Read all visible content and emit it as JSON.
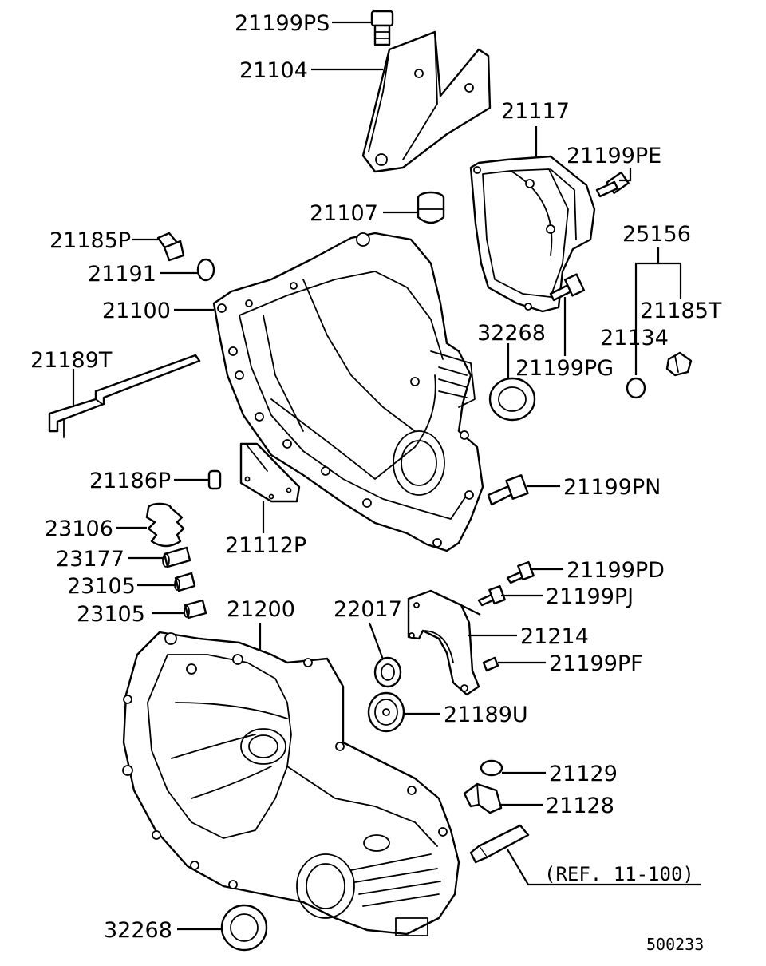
{
  "labels": {
    "p21199PS": "21199PS",
    "p21104": "21104",
    "p21117": "21117",
    "p21199PE": "21199PE",
    "p21107": "21107",
    "p25156": "25156",
    "p21185P": "21185P",
    "p21191": "21191",
    "p21185T": "21185T",
    "p21100": "21100",
    "p32268a": "32268",
    "p21134": "21134",
    "p21199PG": "21199PG",
    "p21189T": "21189T",
    "p21186P": "21186P",
    "p21199PN": "21199PN",
    "p23106": "23106",
    "p21112P": "21112P",
    "p23177": "23177",
    "p21199PD": "21199PD",
    "p23105a": "23105",
    "p21199PJ": "21199PJ",
    "p23105b": "23105",
    "p21200": "21200",
    "p22017": "22017",
    "p21214": "21214",
    "p21199PF": "21199PF",
    "p21189U": "21189U",
    "p21129": "21129",
    "p21128": "21128",
    "ref": "(REF. 11-100)",
    "p32268b": "32268",
    "code": "500233"
  }
}
